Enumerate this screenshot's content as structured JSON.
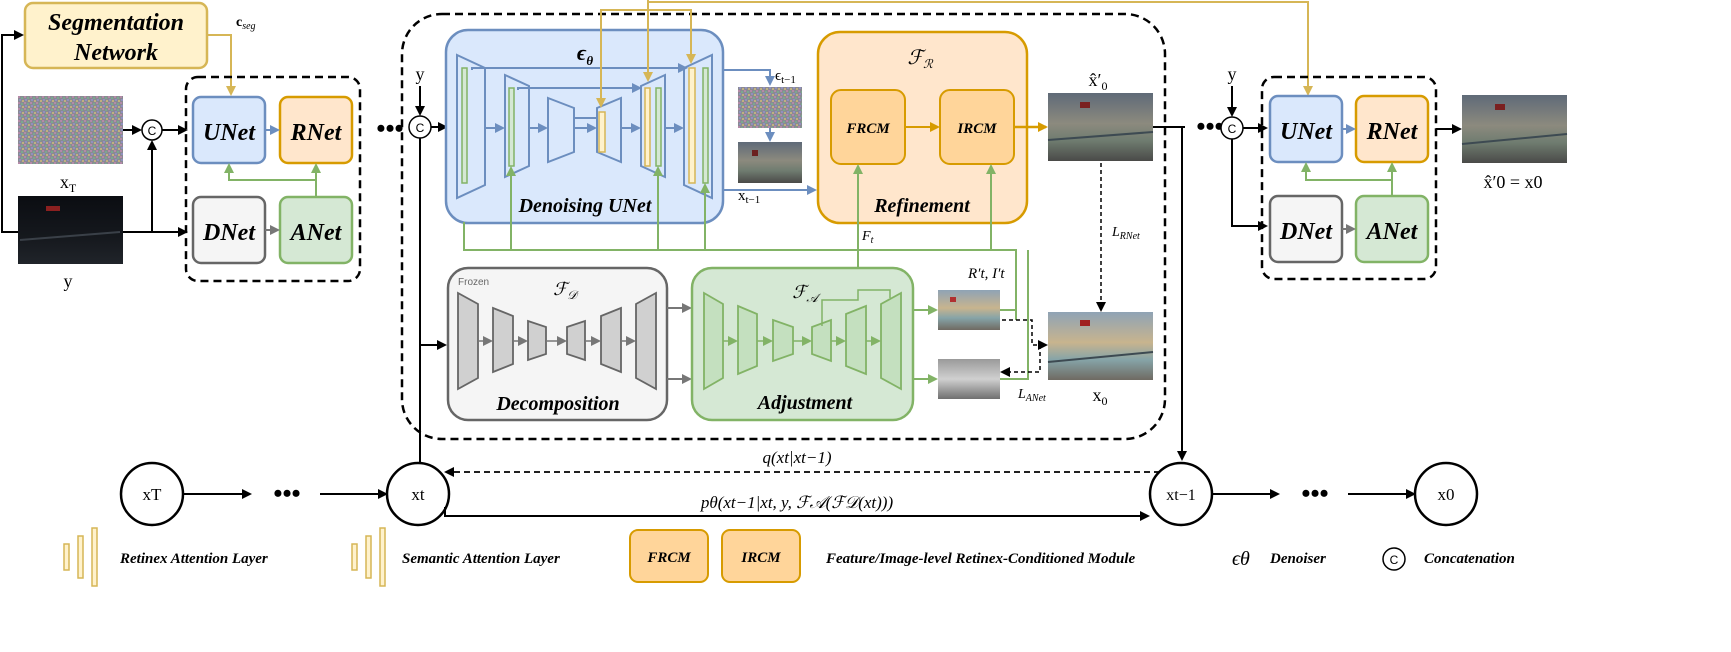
{
  "colors": {
    "seg_stroke": "#d6b656",
    "seg_fill": "#fff2cc",
    "blue_stroke": "#6c8ebf",
    "blue_fill": "#dae8fc",
    "orange_stroke": "#d79b00",
    "orange_fill": "#ffe6cc",
    "green_stroke": "#82b366",
    "green_fill": "#d5e8d4",
    "gray_stroke": "#666666",
    "gray_fill": "#f5f5f5"
  },
  "labels": {
    "segmentation_line1": "Segmentation",
    "segmentation_line2": "Network",
    "c_seg": "c",
    "c_seg_sub": "seg",
    "xT_img": "x",
    "xT_img_sub": "T",
    "y_img": "y",
    "unet": "UNet",
    "rnet": "RNet",
    "dnet": "DNet",
    "anet": "ANet",
    "dots": "•••",
    "y_in": "y",
    "concat_c": "C",
    "eps_theta": "ϵ",
    "eps_theta_sub": "θ",
    "eps_t1": "ϵ",
    "eps_t1_sub": "t−1",
    "x_t1": "x",
    "x_t1_sub": "t−1",
    "denoising_unet": "Denoising UNet",
    "f_r": "ℱ",
    "f_r_sub": "ℛ",
    "frcm": "FRCM",
    "ircm": "IRCM",
    "refinement": "Refinement",
    "f_t": "F",
    "f_t_sub": "t",
    "frozen": "Frozen",
    "f_d": "ℱ",
    "f_d_sub": "𝒟",
    "decomposition": "Decomposition",
    "f_a": "ℱ",
    "f_a_sub": "𝒜",
    "adjustment": "Adjustment",
    "rt_it": "R′t, I′t",
    "x0_hat_prime": "x̂′",
    "x0_hat_prime_sub": "0",
    "l_rnet": "L",
    "l_rnet_sub": "RNet",
    "l_anet": "L",
    "l_anet_sub": "ANet",
    "x0": "x",
    "x0_sub": "0",
    "output_eq": "x̂′0 = x0",
    "q_label": "q(xt|xt−1)",
    "p_label": "pθ(xt−1|xt, y, ℱ𝒜(ℱ𝒟(xt)))",
    "node_xT": "xT",
    "node_xt": "xt",
    "node_xt1": "xt−1",
    "node_x0": "x0"
  },
  "legend": {
    "retinex_attention": "Retinex Attention Layer",
    "semantic_attention": "Semantic Attention Layer",
    "frcm": "FRCM",
    "ircm": "IRCM",
    "module_desc": "Feature/Image-level Retinex-Conditioned Module",
    "denoiser_sym": "ϵθ",
    "denoiser": "Denoiser",
    "concat_sym": "C",
    "concatenation": "Concatenation"
  }
}
